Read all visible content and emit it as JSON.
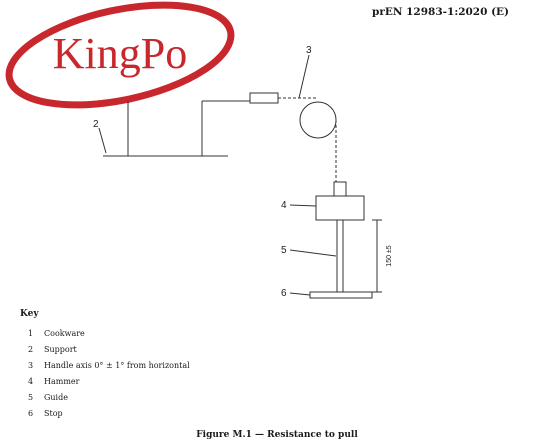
{
  "header": {
    "doc_id": "prEN 12983-1:2020 (E)"
  },
  "logo": {
    "text": "KingPo",
    "ring_color": "#c8282d",
    "text_color": "#c8282d"
  },
  "figure": {
    "callouts": {
      "c2": "2",
      "c3": "3",
      "c4": "4",
      "c5": "5",
      "c6": "6"
    },
    "dimension": "150 ±5"
  },
  "key": {
    "title": "Key",
    "items": [
      {
        "num": "1",
        "label": "Cookware"
      },
      {
        "num": "2",
        "label": "Support"
      },
      {
        "num": "3",
        "label": "Handle axis 0° ± 1° from horizontal"
      },
      {
        "num": "4",
        "label": "Hammer"
      },
      {
        "num": "5",
        "label": "Guide"
      },
      {
        "num": "6",
        "label": "Stop"
      }
    ]
  },
  "caption": "Figure M.1 — Resistance to pull"
}
